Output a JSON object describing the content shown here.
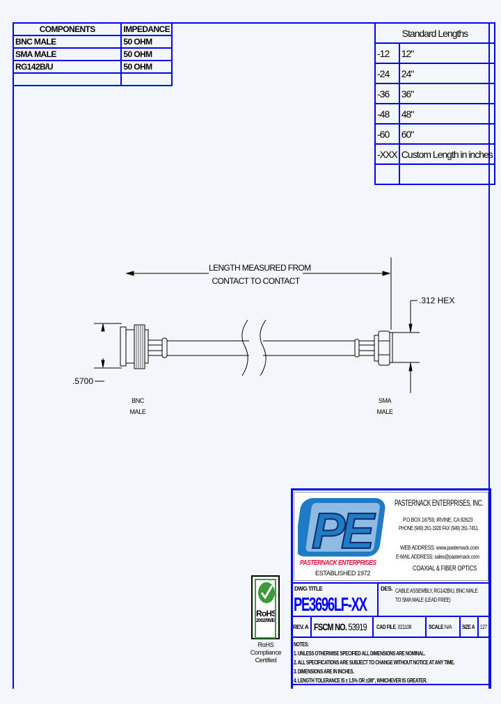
{
  "components_table": {
    "headers": [
      "COMPONENTS",
      "IMPEDANCE"
    ],
    "rows": [
      [
        "BNC MALE",
        "50 OHM"
      ],
      [
        "SMA MALE",
        "50 OHM"
      ],
      [
        "RG142B/U",
        "50 OHM"
      ],
      [
        "",
        ""
      ]
    ]
  },
  "standard_lengths": {
    "title": "Standard Lengths",
    "rows": [
      [
        "-12",
        "12\""
      ],
      [
        "-24",
        "24\""
      ],
      [
        "-36",
        "36\""
      ],
      [
        "-48",
        "48\""
      ],
      [
        "-60",
        "60\""
      ],
      [
        "-XXX",
        "Custom Length in inches"
      ],
      [
        "",
        ""
      ]
    ]
  },
  "drawing": {
    "length_note_1": "LENGTH MEASURED FROM",
    "length_note_2": "CONTACT TO CONTACT",
    "hex_dim": ".312 HEX",
    "dia_dim": ".5700",
    "left_label_1": "BNC",
    "left_label_2": "MALE",
    "right_label_1": "SMA",
    "right_label_2": "MALE"
  },
  "rohs": {
    "badge_text": "RoHS",
    "directive": "2002/95/EC",
    "caption_1": "RoHS",
    "caption_2": "Compliance",
    "caption_3": "Certified"
  },
  "company": {
    "logo_letters": "PE",
    "logo_name": "PASTERNACK ENTERPRISES",
    "established": "ESTABLISHED 1972",
    "name": "PASTERNACK ENTERPRISES, INC.",
    "address": "P.O BOX 16759, IRVINE, CA 92623",
    "phone": "PHONE (949) 261-1920 FAX (949) 261-7451",
    "web": "WEB ADDRESS: www.pasternack.com",
    "email": "E-MAIL ADDRESS: sales@pasternack.com",
    "tagline": "COAXIAL & FIBER OPTICS"
  },
  "title_block": {
    "dwg_title_label": "DWG TITLE",
    "dwg_number": "PE3696LF-XX",
    "des_label": "DES.",
    "des_1": "CABLE ASSEMBLY, RG142B/U, BNC MALE",
    "des_2": "TO SMA MALE (LEAD FREE)",
    "rev": "REV. A",
    "fscm_label": "FSCM NO.",
    "fscm": "53919",
    "cad_label": "CAD FILE",
    "cad": "021108",
    "scale_label": "SCALE",
    "scale": "N/A",
    "size_label": "SIZE",
    "size": "A",
    "sheet": "127",
    "notes_label": "NOTES:",
    "notes": [
      "1. UNLESS OTHERWISE SPECIFIED ALL DIMENSIONS ARE NOMINAL.",
      "2. ALL SPECIFICATIONS ARE SUBJECT TO CHANGE WITHOUT NOTICE AT ANY TIME.",
      "3. DIMENSIONS ARE IN INCHES.",
      "4. LENGTH TOLERANCE IS ± 1.5% OR ±3/8\", WHICHEVER IS GREATER."
    ]
  },
  "colors": {
    "border": "#0000ee",
    "title": "#0000ff",
    "logo_blue": "#1e7bc4",
    "logo_red": "#e0103a",
    "rohs_green": "#3a9a3a"
  }
}
